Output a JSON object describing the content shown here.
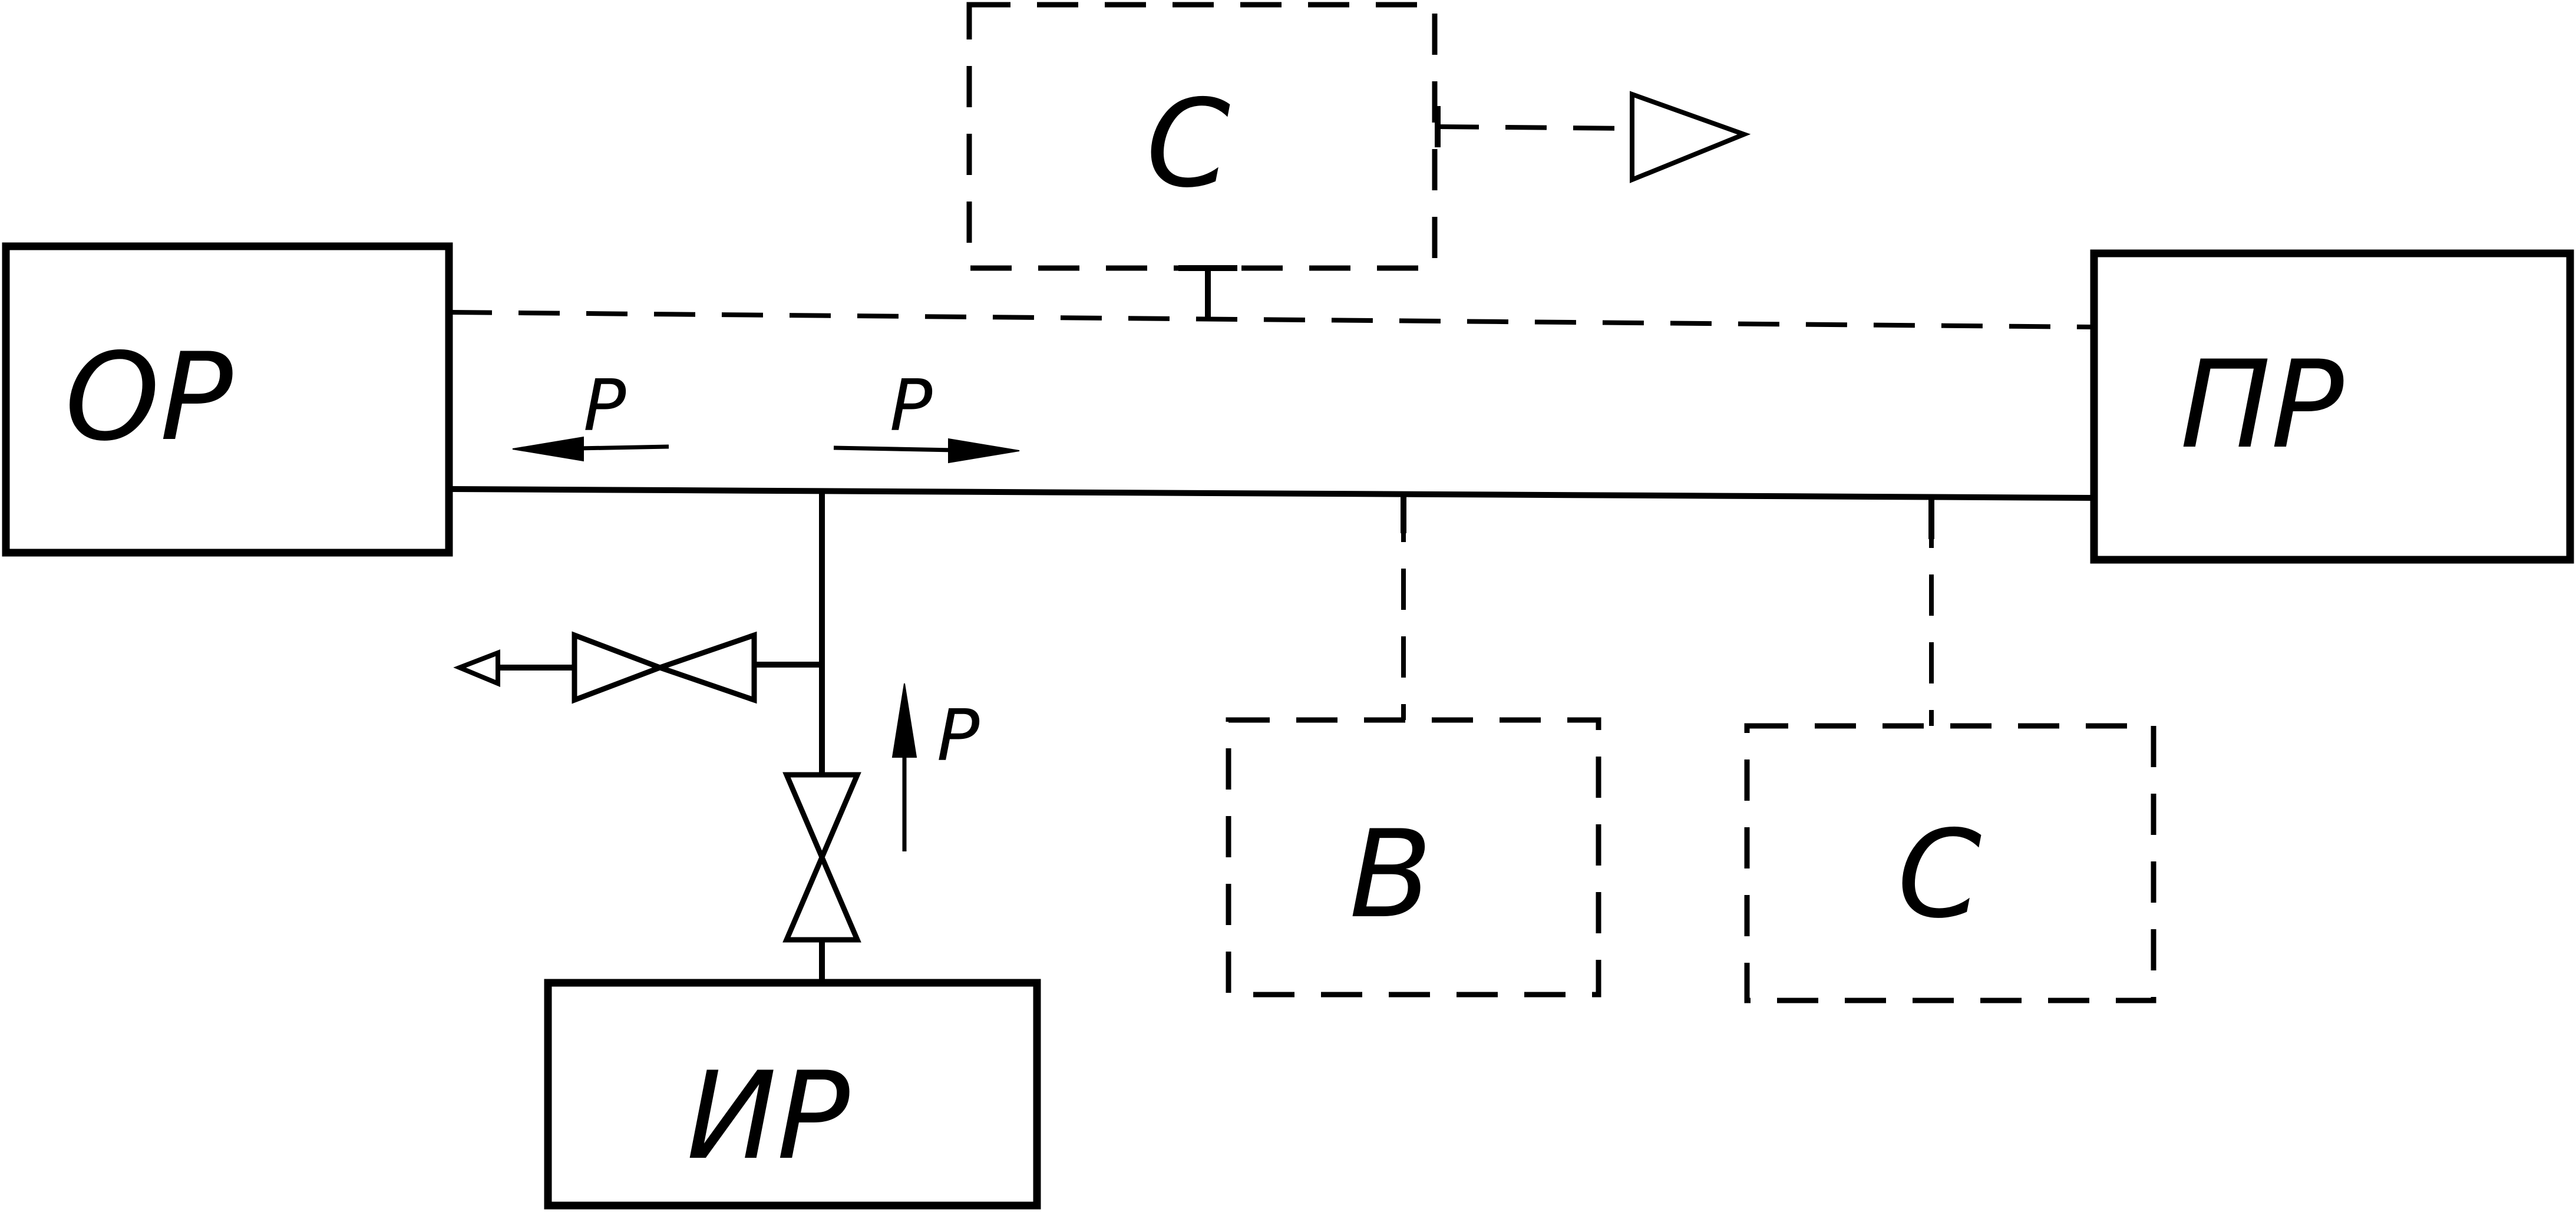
{
  "nodes": {
    "op": {
      "label": "ОР"
    },
    "pr": {
      "label": "ПР"
    },
    "ir": {
      "label": "ИР"
    },
    "c_top": {
      "label": "С"
    },
    "b": {
      "label": "В"
    },
    "c_bottom": {
      "label": "С"
    }
  },
  "flows": {
    "p_left": "Р",
    "p_right": "Р",
    "p_up": "Р"
  },
  "colors": {
    "ink": "#000000",
    "paper": "#ffffff"
  },
  "icons": {
    "valve": "two-way-valve-icon",
    "outlet": "hollow-arrow-icon"
  }
}
